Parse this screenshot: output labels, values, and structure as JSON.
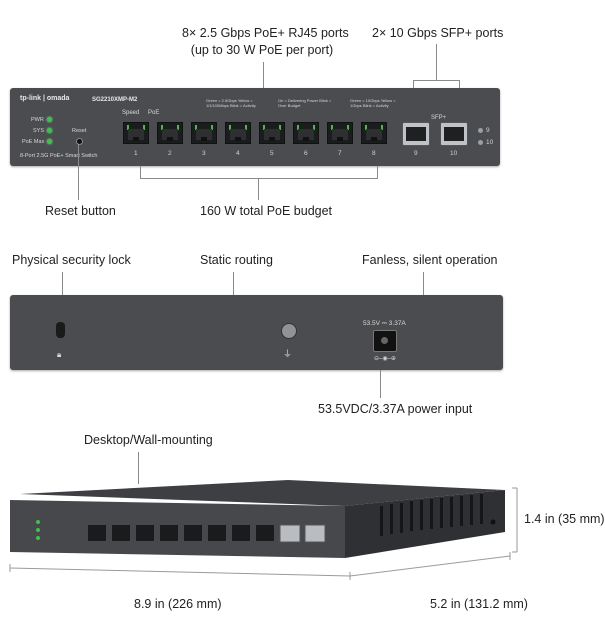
{
  "callouts": {
    "poe_ports_line1": "8× 2.5 Gbps PoE+ RJ45 ports",
    "poe_ports_line2": "(up to 30 W PoE per port)",
    "sfp_ports": "2× 10 Gbps SFP+ ports",
    "reset_button": "Reset button",
    "poe_budget": "160 W total PoE budget",
    "security_lock": "Physical security lock",
    "static_routing": "Static routing",
    "fanless": "Fanless, silent operation",
    "power_input": "53.5VDC/3.37A power input",
    "mounting": "Desktop/Wall-mounting",
    "height": "1.4 in (35 mm)",
    "width": "8.9 in (226 mm)",
    "depth": "5.2 in (131.2 mm)"
  },
  "front_panel": {
    "brand": "tp-link | omada",
    "model": "SG2210XMP-M2",
    "subtitle": "8-Port 2.5G PoE+ Smart Switch",
    "leds": [
      "PWR",
      "SYS",
      "PoE Max"
    ],
    "reset_label": "Reset",
    "speed_label": "Speed",
    "poe_label": "PoE",
    "sfp_label": "SFP+",
    "port_numbers": [
      "1",
      "2",
      "3",
      "4",
      "5",
      "6",
      "7",
      "8"
    ],
    "sfp_numbers": [
      "9",
      "10"
    ],
    "legend_speed": "Green = 2.5Gbps  Yellow = 1G/100Mbps  Blink = Activity",
    "legend_poe": "On = Delivering Power  Blink = Over Budget",
    "legend_sfp": "Green = 10Gbps  Yellow = 1Gbps  Blink = Activity"
  },
  "rear_panel": {
    "power_rating": "53.5V ⎓ 3.37A"
  }
}
